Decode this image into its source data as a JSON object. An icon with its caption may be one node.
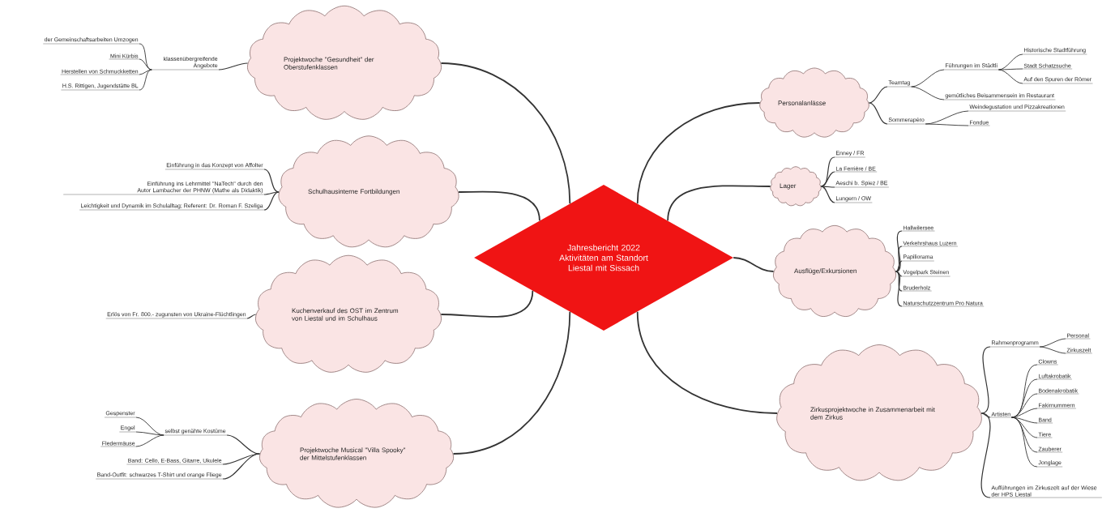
{
  "diagram": {
    "nodes": [
      {
        "text": [
          "Jahresbericht 2022 Aktivitäten am Standort Liestal mit Sissach"
        ]
      },
      {
        "text": [
          "Projektwoche \"Gesundheit\" der Oberstufenklassen"
        ]
      },
      {
        "text": [
          "klassenübergreifende Angebote"
        ]
      },
      {
        "text": [
          "der Gemeinschaftsarbeiten Umzogen"
        ]
      },
      {
        "text": [
          "Mini Kürbis"
        ]
      },
      {
        "text": [
          "Herstellen von Schmuckketten"
        ]
      },
      {
        "text": [
          "H.S. Rittigen, Jugendstätte BL"
        ]
      },
      {
        "text": [
          "Schulhausinterne Fortbildungen"
        ]
      },
      {
        "text": [
          "Einführung in das Konzept von Affolter"
        ]
      },
      {
        "text": [
          "Einführung ins Lehrmittel \"NaTech\" durch den Autor Lambacher der PHNW (Mathe als Didaktik)"
        ]
      },
      {
        "text": [
          "Leichtigkeit und Dynamik im Schulalltag; Referent: Dr. Roman F. Szeliga"
        ]
      },
      {
        "text": [
          "Kuchenverkauf des OST im Zentrum von Liestal und im Schulhaus"
        ]
      },
      {
        "text": [
          "Erlös von Fr. 800.- zugunsten von Ukraine-Flüchtlingen"
        ]
      },
      {
        "text": [
          "Projektwoche Musical \"Villa Spooky\" der Mittelstufenklassen"
        ]
      },
      {
        "text": [
          "selbst genähte Kostüme"
        ]
      },
      {
        "text": [
          "Gespenster"
        ]
      },
      {
        "text": [
          "Engel"
        ]
      },
      {
        "text": [
          "Fledermäuse"
        ]
      },
      {
        "text": [
          "Band: Cello, E-Bass, Gitarre, Ukulele"
        ]
      },
      {
        "text": [
          "Band-Outfit: schwarzes T-Shirt und orange Fliege"
        ]
      },
      {
        "text": [
          "Personalanlässe"
        ]
      },
      {
        "text": [
          "Teamtag"
        ]
      },
      {
        "text": [
          "Sommerapéro"
        ]
      },
      {
        "text": [
          "Führungen im Städtli"
        ]
      },
      {
        "text": [
          "gemütliches Beisammensein im Restaurant"
        ]
      },
      {
        "text": [
          "Historische Stadtführung"
        ]
      },
      {
        "text": [
          "Stadt Schatzsuche"
        ]
      },
      {
        "text": [
          "Auf den Spuren der Römer"
        ]
      },
      {
        "text": [
          "Weindegustation und Pizzakreationen"
        ]
      },
      {
        "text": [
          "Fondue"
        ]
      },
      {
        "text": [
          "Lager"
        ]
      },
      {
        "text": [
          "Enney / FR"
        ]
      },
      {
        "text": [
          "La Ferrière / BE"
        ]
      },
      {
        "text": [
          "Aeschi b. Spiez / BE"
        ]
      },
      {
        "text": [
          "Lungern / OW"
        ]
      },
      {
        "text": [
          "Ausflüge/Exkursionen"
        ]
      },
      {
        "text": [
          "Hallwilersee"
        ]
      },
      {
        "text": [
          "Verkehrshaus Luzern"
        ]
      },
      {
        "text": [
          "Papiliorama"
        ]
      },
      {
        "text": [
          "Vogelpark Steinen"
        ]
      },
      {
        "text": [
          "Bruderholz"
        ]
      },
      {
        "text": [
          "Naturschutzzentrum Pro Natura"
        ]
      },
      {
        "text": [
          "Zirkusprojektwoche in Zusammenarbeit mit dem Zirkus"
        ]
      },
      {
        "text": [
          "Rahmenprogramm"
        ]
      },
      {
        "text": [
          "Artisten"
        ]
      },
      {
        "text": [
          "Aufführungen im Zirkuszelt auf der Wiese der HPS Liestal"
        ]
      },
      {
        "text": [
          "Personal"
        ]
      },
      {
        "text": [
          "Zirkuszelt"
        ]
      },
      {
        "text": [
          "Clowns"
        ]
      },
      {
        "text": [
          "Luftakrobatik"
        ]
      },
      {
        "text": [
          "Bodenakrobatik"
        ]
      },
      {
        "text": [
          "Fakirnummern"
        ]
      },
      {
        "text": [
          "Band"
        ]
      },
      {
        "text": [
          "Tiere"
        ]
      },
      {
        "text": [
          "Zauberer"
        ]
      },
      {
        "text": [
          "Jonglage"
        ]
      }
    ],
    "edges": [
      {
        "from": 0,
        "to": 1,
        "arrow": "none"
      },
      {
        "from": 1,
        "to": 2,
        "arrow": "none"
      },
      {
        "from": 2,
        "to": 3,
        "arrow": "none"
      },
      {
        "from": 2,
        "to": 4,
        "arrow": "none"
      },
      {
        "from": 2,
        "to": 5,
        "arrow": "none"
      },
      {
        "from": 2,
        "to": 6,
        "arrow": "none"
      },
      {
        "from": 0,
        "to": 7,
        "arrow": "none"
      },
      {
        "from": 7,
        "to": 8,
        "arrow": "none"
      },
      {
        "from": 7,
        "to": 9,
        "arrow": "none"
      },
      {
        "from": 7,
        "to": 10,
        "arrow": "none"
      },
      {
        "from": 0,
        "to": 11,
        "arrow": "none"
      },
      {
        "from": 11,
        "to": 12,
        "arrow": "none"
      },
      {
        "from": 0,
        "to": 13,
        "arrow": "none"
      },
      {
        "from": 13,
        "to": 14,
        "arrow": "none"
      },
      {
        "from": 14,
        "to": 15,
        "arrow": "none"
      },
      {
        "from": 14,
        "to": 16,
        "arrow": "none"
      },
      {
        "from": 14,
        "to": 17,
        "arrow": "none"
      },
      {
        "from": 13,
        "to": 18,
        "arrow": "none"
      },
      {
        "from": 13,
        "to": 19,
        "arrow": "none"
      },
      {
        "from": 0,
        "to": 20,
        "arrow": "none"
      },
      {
        "from": 20,
        "to": 21,
        "arrow": "none"
      },
      {
        "from": 20,
        "to": 22,
        "arrow": "none"
      },
      {
        "from": 21,
        "to": 23,
        "arrow": "none"
      },
      {
        "from": 21,
        "to": 24,
        "arrow": "none"
      },
      {
        "from": 23,
        "to": 25,
        "arrow": "none"
      },
      {
        "from": 23,
        "to": 26,
        "arrow": "none"
      },
      {
        "from": 23,
        "to": 27,
        "arrow": "none"
      },
      {
        "from": 22,
        "to": 28,
        "arrow": "none"
      },
      {
        "from": 22,
        "to": 29,
        "arrow": "none"
      },
      {
        "from": 0,
        "to": 30,
        "arrow": "none"
      },
      {
        "from": 30,
        "to": 31,
        "arrow": "none"
      },
      {
        "from": 30,
        "to": 32,
        "arrow": "none"
      },
      {
        "from": 30,
        "to": 33,
        "arrow": "none"
      },
      {
        "from": 30,
        "to": 34,
        "arrow": "none"
      },
      {
        "from": 0,
        "to": 35,
        "arrow": "none"
      },
      {
        "from": 35,
        "to": 36,
        "arrow": "none"
      },
      {
        "from": 35,
        "to": 37,
        "arrow": "none"
      },
      {
        "from": 35,
        "to": 38,
        "arrow": "none"
      },
      {
        "from": 35,
        "to": 39,
        "arrow": "none"
      },
      {
        "from": 35,
        "to": 40,
        "arrow": "none"
      },
      {
        "from": 35,
        "to": 41,
        "arrow": "none"
      },
      {
        "from": 0,
        "to": 42,
        "arrow": "none"
      },
      {
        "from": 42,
        "to": 43,
        "arrow": "none"
      },
      {
        "from": 42,
        "to": 44,
        "arrow": "none"
      },
      {
        "from": 42,
        "to": 45,
        "arrow": "none"
      },
      {
        "from": 43,
        "to": 46,
        "arrow": "none"
      },
      {
        "from": 43,
        "to": 47,
        "arrow": "none"
      },
      {
        "from": 44,
        "to": 48,
        "arrow": "none"
      },
      {
        "from": 44,
        "to": 49,
        "arrow": "none"
      },
      {
        "from": 44,
        "to": 50,
        "arrow": "none"
      },
      {
        "from": 44,
        "to": 51,
        "arrow": "none"
      },
      {
        "from": 44,
        "to": 52,
        "arrow": "none"
      },
      {
        "from": 44,
        "to": 53,
        "arrow": "none"
      },
      {
        "from": 44,
        "to": 54,
        "arrow": "none"
      },
      {
        "from": 44,
        "to": 55,
        "arrow": "none"
      }
    ]
  }
}
